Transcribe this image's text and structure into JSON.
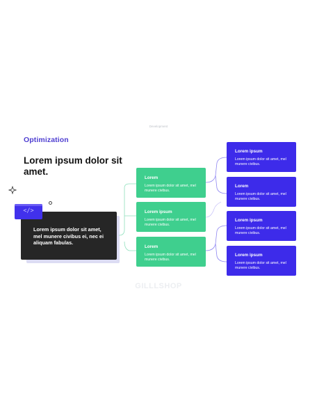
{
  "slide": {
    "breadcrumb": "Development",
    "kicker": "Optimization",
    "heading": "Lorem ipsum dolor sit amet.",
    "watermark": "GILLLSHOP"
  },
  "code_badge": {
    "icon": "code-icon",
    "glyph": "</>"
  },
  "dark_card": {
    "text": "Lorem ipsum dolor sit amet, mel munere civibus ei, nec ei aliquam fabulas."
  },
  "green_cards": [
    {
      "title": "Lorem",
      "desc": "Lorem ipsum dolor sit amet, mel munere civibus."
    },
    {
      "title": "Lorem ipsum",
      "desc": "Lorem ipsum dolor sit amet, mel munere civibus."
    },
    {
      "title": "Lorem",
      "desc": "Lorem ipsum dolor sit amet, mel munere civibus."
    }
  ],
  "blue_cards": [
    {
      "title": "Lorem ipsum",
      "desc": "Lorem ipsum dolor sit amet, mel munere civibus."
    },
    {
      "title": "Lorem",
      "desc": "Lorem ipsum dolor sit amet, mel munere civibus."
    },
    {
      "title": "Lorem ipsum",
      "desc": "Lorem ipsum dolor sit amet, mel munere civibus."
    },
    {
      "title": "Lorem ipsum",
      "desc": "Lorem ipsum dolor sit amet, mel munere civibus."
    }
  ],
  "colors": {
    "accent_purple": "#4f3fd1",
    "green": "#3fcf8e",
    "blue": "#3d2bea",
    "dark": "#262626",
    "connector_green": "#8fe0bd",
    "connector_blue": "#8f86f2"
  }
}
